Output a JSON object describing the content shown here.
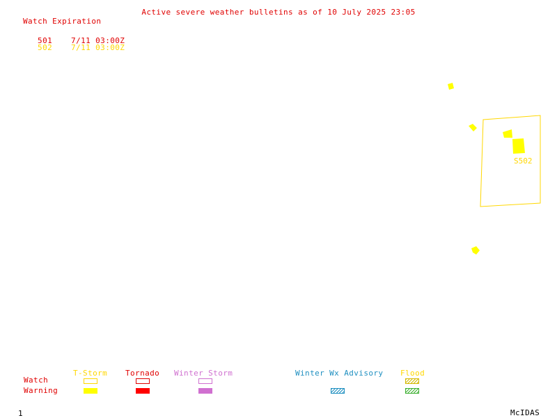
{
  "title": "Active severe weather bulletins as of 10 July 2025 23:05",
  "watch_table": {
    "header": "Watch Expiration",
    "rows": [
      {
        "number": "501",
        "expiration": "7/11 03:00Z",
        "color": "#e00000"
      },
      {
        "number": "502",
        "expiration": "7/11 03:00Z",
        "color": "#ffd700"
      }
    ]
  },
  "map": {
    "watch_label": "S502",
    "colors": {
      "tstorm_warning": "#ffff00",
      "tstorm_watch_outline": "#ffd700"
    }
  },
  "legend": {
    "columns": {
      "tstorm": "T-Storm",
      "tornado": "Tornado",
      "winter_storm": "Winter Storm",
      "winter_wx_advisory": "Winter Wx Advisory",
      "flood": "Flood"
    },
    "rows": {
      "watch": "Watch",
      "warning": "Warning"
    }
  },
  "footer": {
    "frame_number": "1",
    "brand": "McIDAS"
  }
}
